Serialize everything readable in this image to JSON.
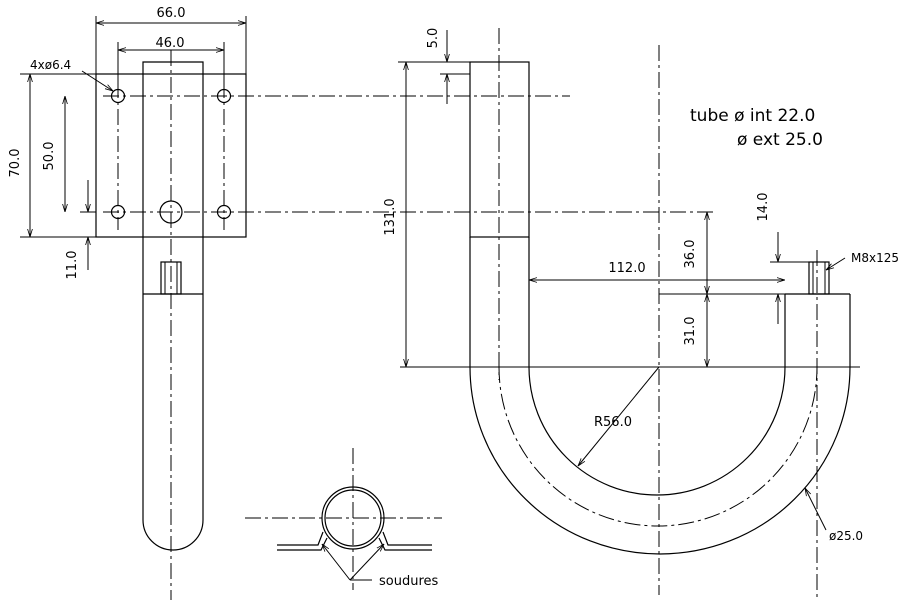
{
  "dimensions": {
    "width_66": "66.0",
    "width_46": "46.0",
    "holes": "4xø6.4",
    "height_70": "70.0",
    "height_50": "50.0",
    "offset_11": "11.0",
    "offset_5": "5.0",
    "height_131": "131.0",
    "dim_112": "112.0",
    "dim_36": "36.0",
    "dim_31": "31.0",
    "dim_14": "14.0",
    "thread": "M8x125",
    "radius": "R56.0",
    "diameter": "ø25.0"
  },
  "notes": {
    "tube_int": "tube ø int 22.0",
    "tube_ext": "ø ext 25.0",
    "welds": "soudures"
  }
}
